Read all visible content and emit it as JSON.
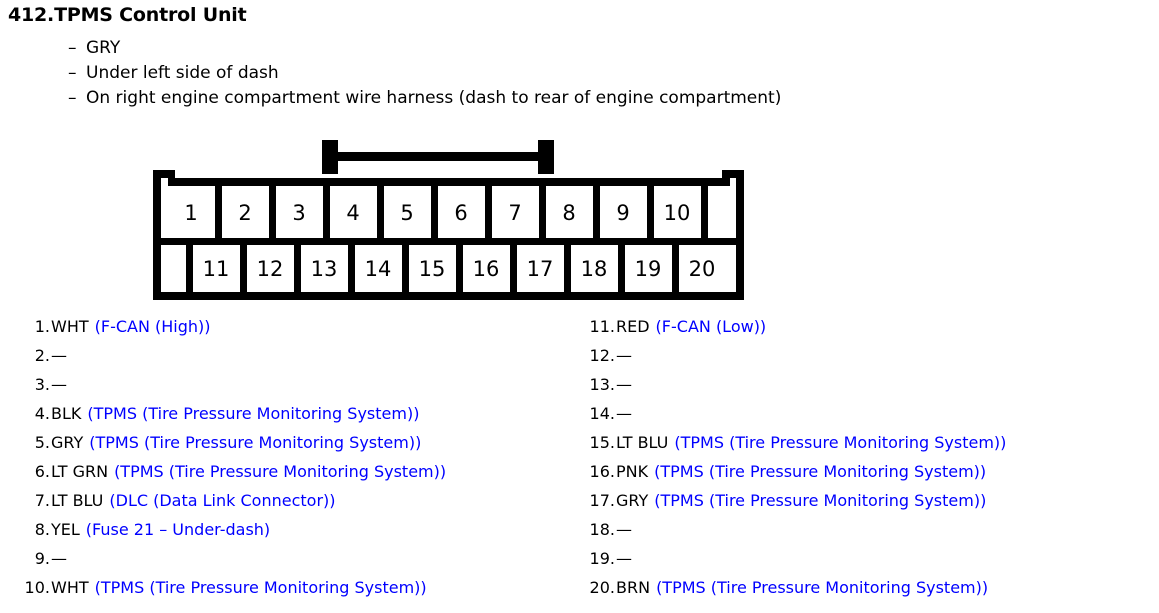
{
  "title": "412.TPMS Control Unit",
  "bullets": [
    {
      "marker": "–",
      "text": "GRY"
    },
    {
      "marker": "–",
      "text": "Under left side of dash"
    },
    {
      "marker": "–",
      "text": "On right engine compartment wire harness (dash to rear of engine compartment)"
    }
  ],
  "connector": {
    "top_row_pins": [
      "1",
      "2",
      "3",
      "4",
      "5",
      "6",
      "7",
      "8",
      "9",
      "10"
    ],
    "bottom_row_pins": [
      "11",
      "12",
      "13",
      "14",
      "15",
      "16",
      "17",
      "18",
      "19",
      "20"
    ],
    "outline_color": "#000000",
    "body_color": "#ffffff"
  },
  "colors": {
    "text": "#000000",
    "description": "#0000ff"
  },
  "pinout": {
    "left_column": [
      {
        "index": "1.",
        "wire": "WHT",
        "desc": "(F-CAN (High))"
      },
      {
        "index": "2.",
        "wire": "—",
        "desc": ""
      },
      {
        "index": "3.",
        "wire": "—",
        "desc": ""
      },
      {
        "index": "4.",
        "wire": "BLK",
        "desc": "(TPMS (Tire Pressure Monitoring System))"
      },
      {
        "index": "5.",
        "wire": "GRY",
        "desc": "(TPMS (Tire Pressure Monitoring System))"
      },
      {
        "index": "6.",
        "wire": "LT GRN",
        "desc": "(TPMS (Tire Pressure Monitoring System))"
      },
      {
        "index": "7.",
        "wire": "LT BLU",
        "desc": "(DLC (Data Link Connector))"
      },
      {
        "index": "8.",
        "wire": "YEL",
        "desc": "(Fuse 21 – Under-dash)"
      },
      {
        "index": "9.",
        "wire": "—",
        "desc": ""
      },
      {
        "index": "10.",
        "wire": "WHT",
        "desc": "(TPMS (Tire Pressure Monitoring System))"
      }
    ],
    "right_column": [
      {
        "index": "11.",
        "wire": "RED",
        "desc": "(F-CAN (Low))"
      },
      {
        "index": "12.",
        "wire": "—",
        "desc": ""
      },
      {
        "index": "13.",
        "wire": "—",
        "desc": ""
      },
      {
        "index": "14.",
        "wire": "—",
        "desc": ""
      },
      {
        "index": "15.",
        "wire": "LT BLU",
        "desc": "(TPMS (Tire Pressure Monitoring System))"
      },
      {
        "index": "16.",
        "wire": "PNK",
        "desc": "(TPMS (Tire Pressure Monitoring System))"
      },
      {
        "index": "17.",
        "wire": "GRY",
        "desc": "(TPMS (Tire Pressure Monitoring System))"
      },
      {
        "index": "18.",
        "wire": "—",
        "desc": ""
      },
      {
        "index": "19.",
        "wire": "—",
        "desc": ""
      },
      {
        "index": "20.",
        "wire": "BRN",
        "desc": "(TPMS (Tire Pressure Monitoring System))"
      }
    ]
  }
}
